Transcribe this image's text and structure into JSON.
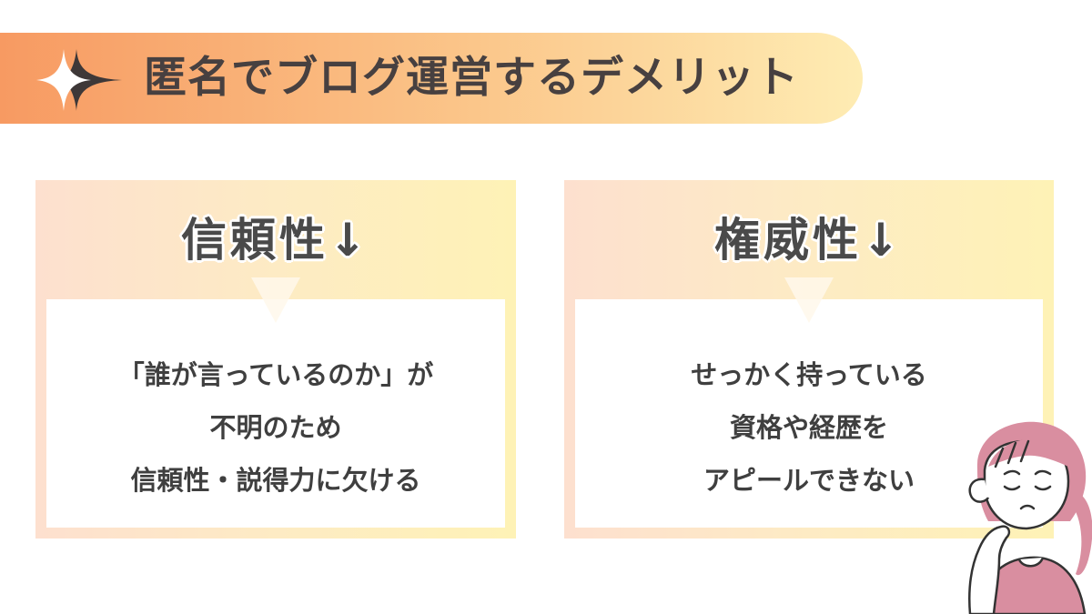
{
  "title": {
    "text": "匿名でブログ運営するデメリット",
    "icon": "sparkle-icon"
  },
  "cards": [
    {
      "heading": "信頼性↓",
      "lines": [
        "「誰が言っているのか」が",
        "不明のため",
        "信頼性・説得力に欠ける"
      ]
    },
    {
      "heading": "権威性↓",
      "lines": [
        "せっかく持っている",
        "資格や経歴を",
        "アピールできない"
      ]
    }
  ],
  "illustration": {
    "icon": "worried-woman-illustration"
  },
  "colors": {
    "banner_start": "#f79a62",
    "banner_end": "#feecb3",
    "card_start": "#fde0cf",
    "card_end": "#fef2b6",
    "text": "#3f3f3f",
    "hair": "#d98ea0"
  }
}
